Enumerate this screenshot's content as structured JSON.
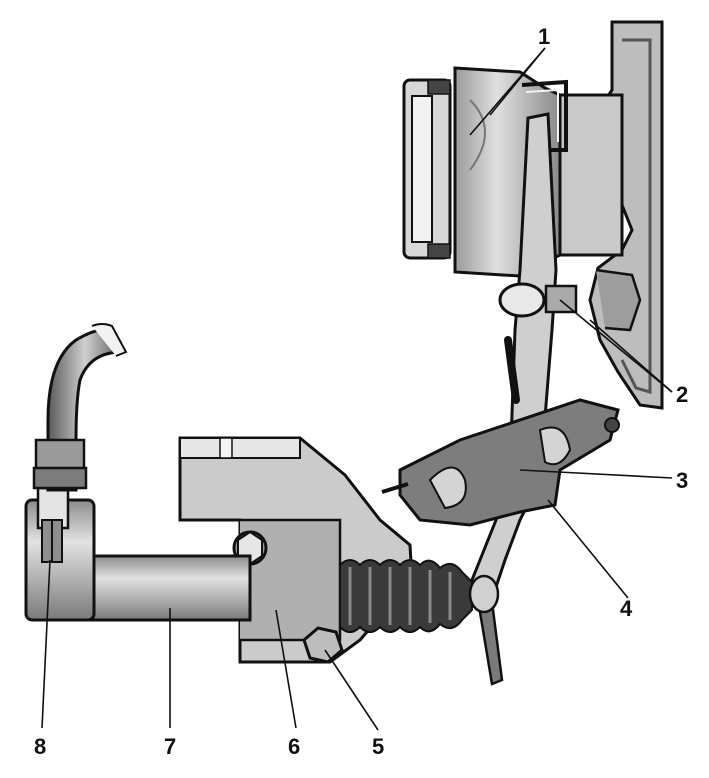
{
  "diagram": {
    "callouts": [
      {
        "id": "1",
        "label": "1"
      },
      {
        "id": "2",
        "label": "2"
      },
      {
        "id": "3",
        "label": "3"
      },
      {
        "id": "4",
        "label": "4"
      },
      {
        "id": "5",
        "label": "5"
      },
      {
        "id": "6",
        "label": "6"
      },
      {
        "id": "7",
        "label": "7"
      },
      {
        "id": "8",
        "label": "8"
      }
    ]
  },
  "colors": {
    "ink": "#111111",
    "metal_light": "#d6d6d6",
    "metal_mid": "#a9a9a9",
    "metal_dark": "#6e6e6e",
    "rubber": "#3a3a3a"
  }
}
